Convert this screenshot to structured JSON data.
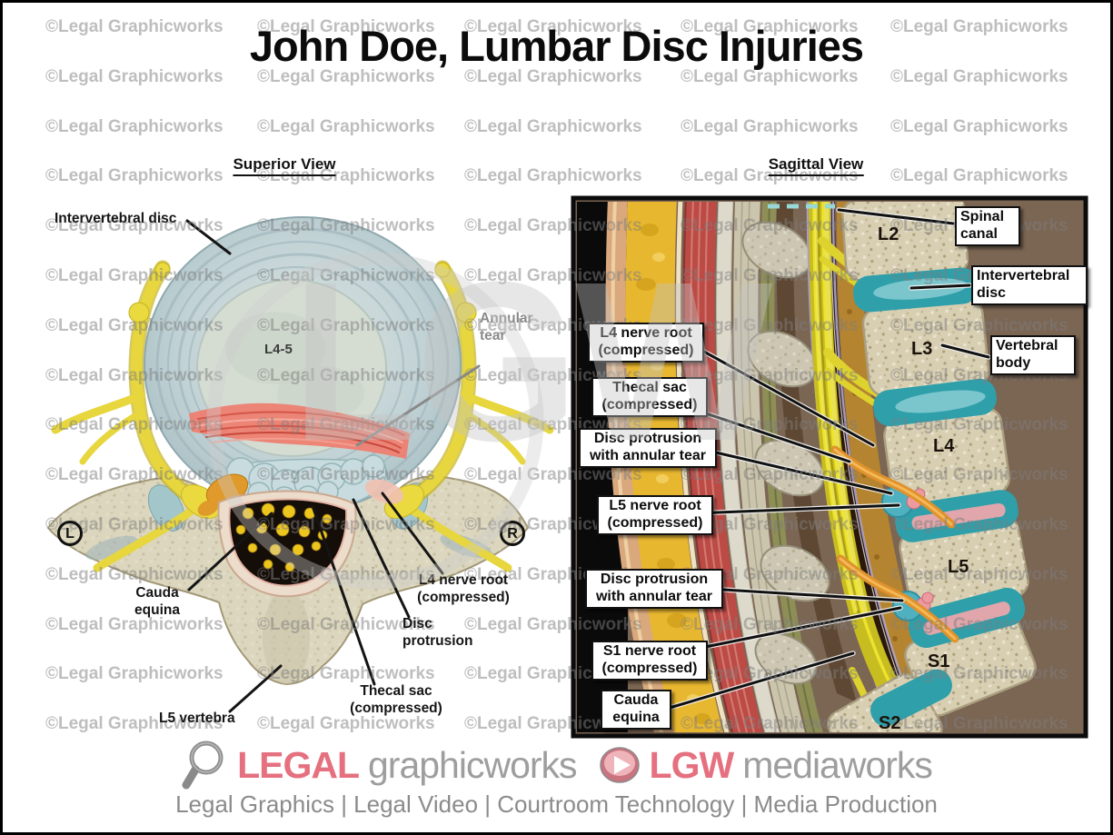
{
  "title": "John Doe, Lumbar Disc Injuries",
  "watermark": {
    "tile_text": "©Legal Graphicworks",
    "big_text": "LGW"
  },
  "superior_view": {
    "heading": "Superior View",
    "disc_level_label": "L4-5",
    "orientation_left": "L",
    "orientation_right": "R",
    "labels": {
      "intervertebral_disc": "Intervertebral disc",
      "annular_tear": "Annular tear",
      "cauda_equina": "Cauda equina",
      "l4_nerve_root": "L4 nerve root (compressed)",
      "disc_protrusion": "Disc protrusion",
      "thecal_sac": "Thecal sac (compressed)",
      "l5_vertebra": "L5 vertebra"
    }
  },
  "sagittal_view": {
    "heading": "Sagittal View",
    "vertebrae": [
      "L2",
      "L3",
      "L4",
      "L5",
      "S1",
      "S2"
    ],
    "labels": {
      "spinal_canal": "Spinal canal",
      "intervertebral_disc": "Intervertebral disc",
      "vertebral_body": "Vertebral body",
      "l4_nerve_root": "L4 nerve root (compressed)",
      "thecal_sac": "Thecal sac (compressed)",
      "disc_protrusion_l4_l5": "Disc protrusion with annular tear",
      "l5_nerve_root": "L5 nerve root (compressed)",
      "disc_protrusion_l5_s1": "Disc protrusion with annular tear",
      "s1_nerve_root": "S1 nerve root (compressed)",
      "cauda_equina": "Cauda equina"
    }
  },
  "footer": {
    "brand_graphics_accent": "LEGAL",
    "brand_graphics_name": "graphicworks",
    "brand_media_accent": "LGW",
    "brand_media_name": "mediaworks",
    "tagline": "Legal Graphics | Legal Video | Courtroom Technology | Media Production"
  },
  "colors": {
    "accent_pink": "#e5707f",
    "footer_gray": "#9a9a9a",
    "watermark_gray": "#8c8c8c",
    "disc_teal": "#2f9faa",
    "vertebra_beige": "#d8cfb2",
    "nerve_yellow": "#e7d63d",
    "muscle_red": "#bc4b46",
    "fat_yellow": "#e8b730",
    "panel_brown": "#7b6553"
  }
}
